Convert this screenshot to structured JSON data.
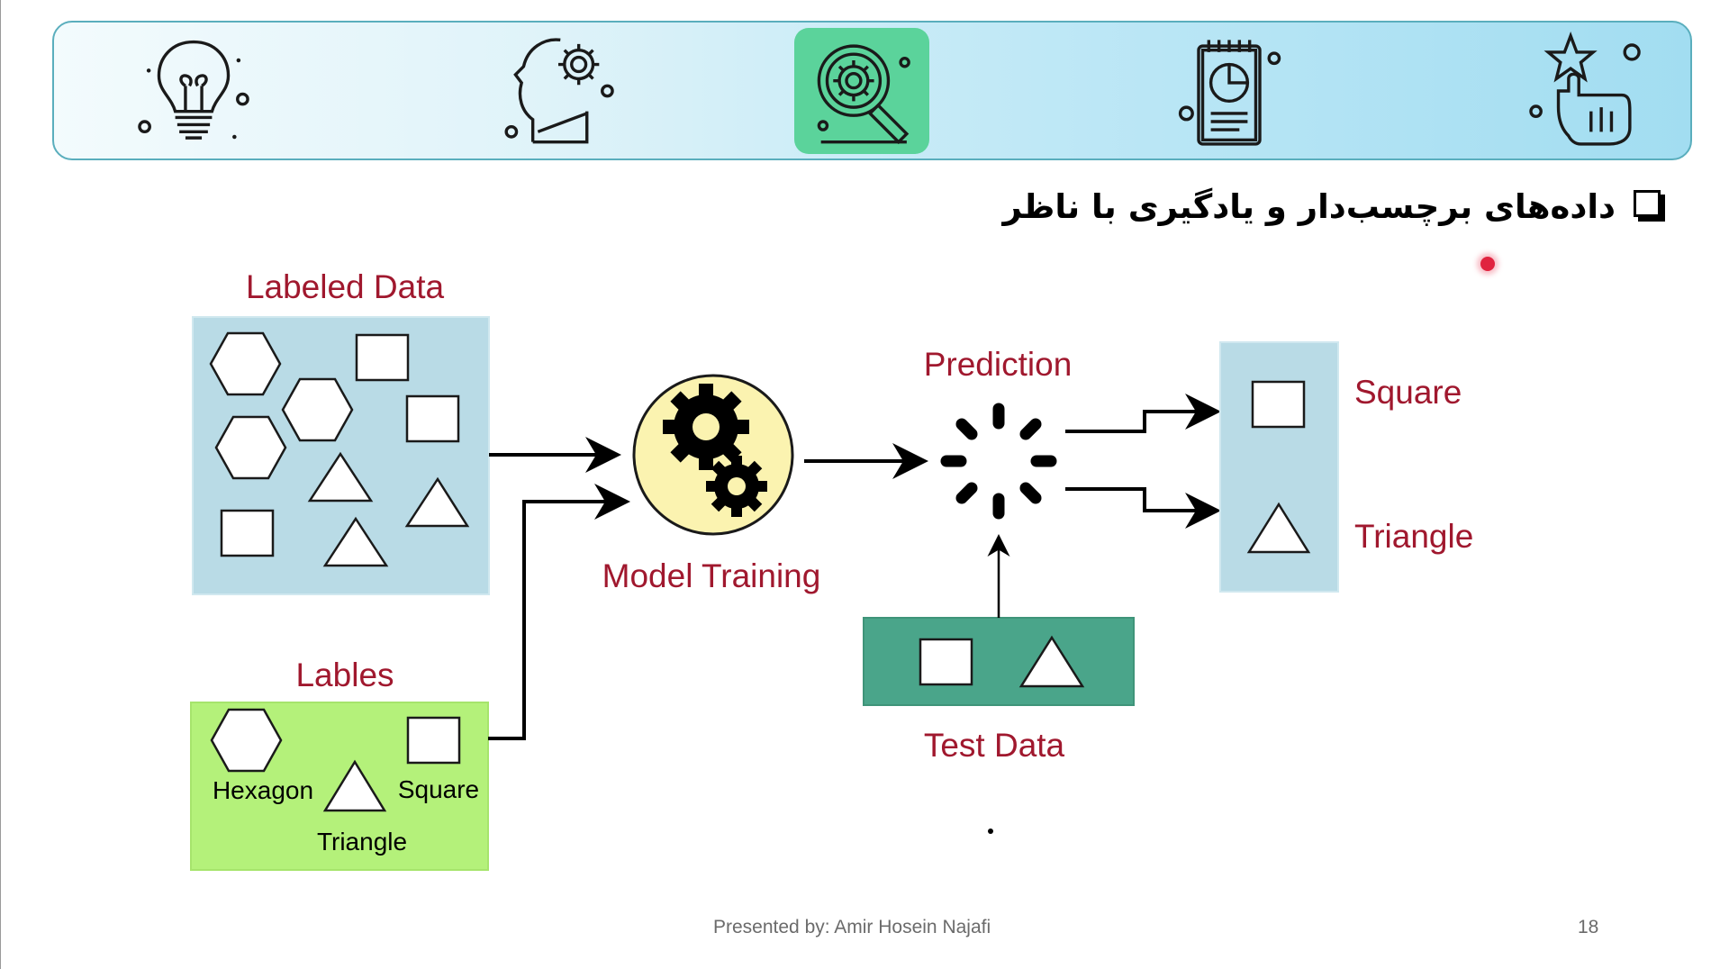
{
  "nav": {
    "icons": [
      {
        "name": "lightbulb-icon",
        "active": false
      },
      {
        "name": "head-gear-icon",
        "active": false
      },
      {
        "name": "magnifier-gear-icon",
        "active": true
      },
      {
        "name": "report-chart-icon",
        "active": false
      },
      {
        "name": "hand-star-icon",
        "active": false
      }
    ],
    "accent": "#5bd39b"
  },
  "slide": {
    "title": "داده‌های برچسب‌دار و یادگیری با ناظر",
    "footer": "Presented by: Amir Hosein Najafi",
    "page_number": "18"
  },
  "diagram": {
    "labeled_data": {
      "title": "Labeled Data",
      "color": "#b9dbe6"
    },
    "labels": {
      "title": "Lables",
      "hexagon": "Hexagon",
      "triangle": "Triangle",
      "square": "Square",
      "color": "#b4f17a"
    },
    "model_training": {
      "label": "Model Training",
      "color": "#fbf3b0"
    },
    "prediction": {
      "label": "Prediction"
    },
    "test_data": {
      "label": "Test Data",
      "color": "#4aa58a"
    },
    "outputs": {
      "square": "Square",
      "triangle": "Triangle",
      "color": "#b9dbe6"
    },
    "label_color": "#a0182e"
  }
}
